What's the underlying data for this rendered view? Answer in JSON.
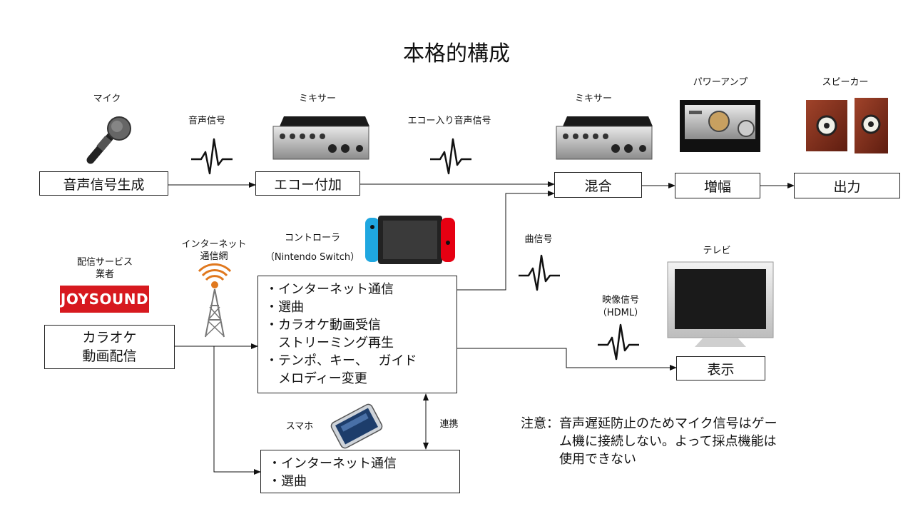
{
  "title": "本格的構成",
  "devices": {
    "mic": "マイク",
    "mixer1": "ミキサー",
    "mixer2": "ミキサー",
    "power_amp": "パワーアンプ",
    "speaker": "スピーカー",
    "controller": "コントローラ",
    "controller_sub": "（Nintendo Switch）",
    "provider_line1": "配信サービス",
    "provider_line2": "業者",
    "network_line1": "インターネット",
    "network_line2": "通信網",
    "smartphone": "スマホ",
    "tv": "テレビ",
    "joysound_logo": "JOYSOUND"
  },
  "signals": {
    "voice": "音声信号",
    "echo_voice": "エコー入り音声信号",
    "song": "曲信号",
    "video_line1": "映像信号",
    "video_line2": "（HDML）",
    "link": "連携"
  },
  "boxes": {
    "generate": "音声信号生成",
    "echo": "エコー付加",
    "mix": "混合",
    "amplify": "増幅",
    "output": "出力",
    "karaoke_line1": "カラオケ",
    "karaoke_line2": "動画配信",
    "display": "表示",
    "switch_items": [
      "・インターネット通信",
      "・選曲",
      "・カラオケ動画受信",
      "　ストリーミング再生",
      "・テンポ、キー、　 ガイド",
      "　メロディー変更"
    ],
    "phone_items": [
      "・インターネット通信",
      "・選曲"
    ]
  },
  "note": {
    "line1": "注意：音声遅延防止のためマイク信号はゲー",
    "line2": "　　　ム機に接続しない。よって採点機能は",
    "line3": "　　　使用できない"
  },
  "colors": {
    "joysound_red": "#d7191f",
    "switch_blue": "#1fa7e0",
    "switch_red": "#e60012",
    "antenna_orange": "#e0781e"
  }
}
